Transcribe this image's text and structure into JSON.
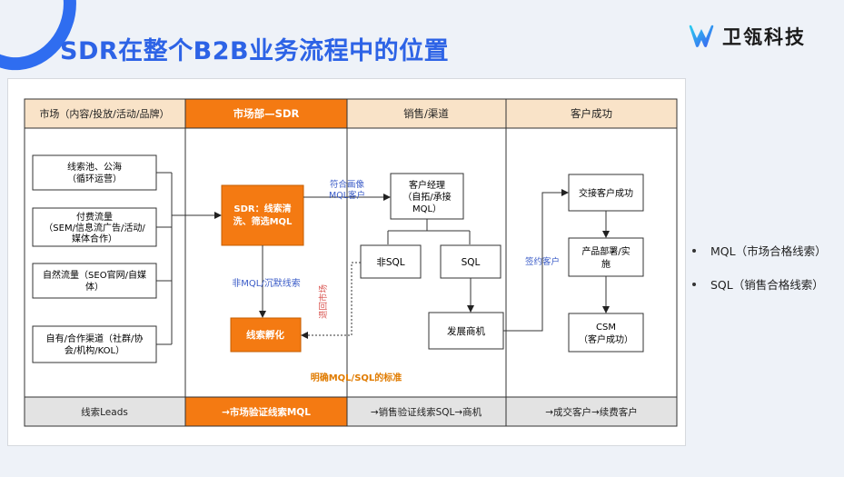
{
  "slide": {
    "title": "SDR在整个B2B业务流程中的位置",
    "logo_text": "卫瓴科技"
  },
  "columns": [
    {
      "header": "市场（内容/投放/活动/品牌）",
      "footer": "线索Leads"
    },
    {
      "header": "市场部—SDR",
      "footer": "→市场验证线索MQL"
    },
    {
      "header": "销售/渠道",
      "footer": "→销售验证线索SQL→商机"
    },
    {
      "header": "客户成功",
      "footer": "→成交客户→续费客户"
    }
  ],
  "market_sources": [
    [
      "线索池、公海",
      "（循环运营）"
    ],
    [
      "付费流量",
      "（SEM/信息流广告/活动/",
      "媒体合作）"
    ],
    [
      "自然流量（SEO官网/自媒",
      "体）"
    ],
    [
      "自有/合作渠道（社群/协",
      "会/机构/KOL）"
    ]
  ],
  "sdr_box": [
    "SDR：线索清",
    "洗、筛选MQL"
  ],
  "nurture_box": "线索孵化",
  "labels": {
    "non_mql": "非MQL/沉默线索",
    "return_market": "退回市场",
    "mql_standard": "明确MQL/SQL的标准",
    "fit_profile": [
      "符合画像",
      "MQL客户"
    ],
    "signed": "签约客户"
  },
  "sales_boxes": {
    "account_manager": [
      "客户经理",
      "（自拓/承接",
      "MQL）"
    ],
    "non_sql": "非SQL",
    "sql": "SQL",
    "opportunity": "发展商机"
  },
  "success_boxes": {
    "handover": "交接客户成功",
    "deploy": [
      "产品部署/实",
      "施"
    ],
    "csm": [
      "CSM",
      "（客户成功）"
    ]
  },
  "bullets": [
    "MQL（市场合格线索）",
    "SQL（销售合格线索）"
  ],
  "colors": {
    "accent_blue": "#2d63e6",
    "orange": "#f47a12",
    "header_beige": "#f9e3c8",
    "footer_gray": "#e3e3e3",
    "label_blue": "#3a5bc7",
    "label_red": "#d9534f",
    "label_orange": "#e07b00"
  }
}
